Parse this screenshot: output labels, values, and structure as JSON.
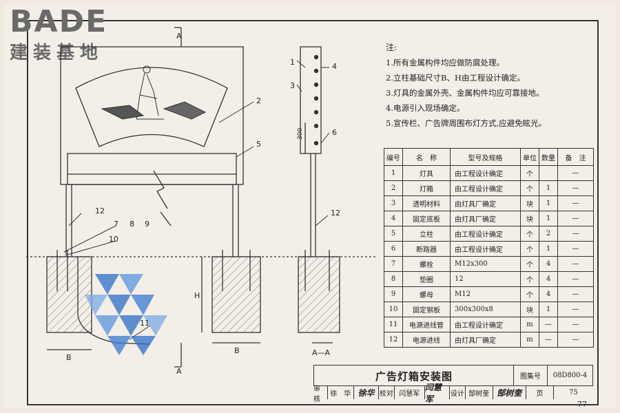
{
  "logo": {
    "brand": "BADE",
    "subtitle": "建装基地"
  },
  "notes": {
    "title": "注:",
    "items": [
      "1.所有金属构件均应做防腐处理。",
      "2.立柱基础尺寸B、H由工程设计确定。",
      "3.灯具的金属外壳、金属构件均应可靠接地。",
      "4.电源引入现场确定。",
      "5.宣传栏、广告牌周围布灯方式,应避免眩光。"
    ]
  },
  "table": {
    "headers": [
      "编号",
      "名　称",
      "型号及规格",
      "单位",
      "数量",
      "备　注"
    ],
    "rows": [
      [
        "1",
        "灯具",
        "由工程设计确定",
        "个",
        "",
        "—"
      ],
      [
        "2",
        "灯箱",
        "由工程设计确定",
        "个",
        "1",
        "—"
      ],
      [
        "3",
        "透明材料",
        "由灯具厂确定",
        "块",
        "1",
        "—"
      ],
      [
        "4",
        "固定底板",
        "由灯具厂确定",
        "块",
        "1",
        "—"
      ],
      [
        "5",
        "立柱",
        "由工程设计确定",
        "个",
        "2",
        "—"
      ],
      [
        "6",
        "断路器",
        "由工程设计确定",
        "个",
        "1",
        "—"
      ],
      [
        "7",
        "螺栓",
        "M12x300",
        "个",
        "4",
        "—"
      ],
      [
        "8",
        "垫圈",
        "12",
        "个",
        "4",
        "—"
      ],
      [
        "9",
        "螺母",
        "M12",
        "个",
        "4",
        "—"
      ],
      [
        "10",
        "固定钢板",
        "300x300x8",
        "块",
        "1",
        "—"
      ],
      [
        "11",
        "电源进线管",
        "由工程设计确定",
        "m",
        "—",
        "—"
      ],
      [
        "12",
        "电源进线",
        "由灯具厂确定",
        "m",
        "—",
        "—"
      ]
    ]
  },
  "title_block": {
    "drawing_title": "广告灯箱安装图",
    "atlas_label": "图集号",
    "atlas_no": "08D800-4",
    "review_label": "审核",
    "reviewer": "徐　华",
    "reviewer_sig": "徐华",
    "check_label": "校对",
    "checker": "闫慧军",
    "checker_sig": "闫慧军",
    "design_label": "设计",
    "designer": "郜树奎",
    "designer_sig": "郜树奎",
    "page_label": "页",
    "page": "75"
  },
  "page_number": "77",
  "drawing_labels": {
    "section_a": "A",
    "section_aa": "A—A",
    "dim_b": "B",
    "dim_h": "H",
    "dim_300": "300",
    "callouts": [
      "1",
      "2",
      "3",
      "4",
      "5",
      "6",
      "7",
      "8",
      "9",
      "10",
      "11",
      "12"
    ]
  }
}
